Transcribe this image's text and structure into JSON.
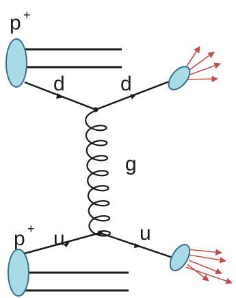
{
  "labels": {
    "top_proton": "p",
    "bottom_proton": "p",
    "proton_charge": "+",
    "quark_d_in": "d",
    "quark_d_out": "d",
    "gluon": "g",
    "quark_u_in": "u",
    "quark_u_out": "u"
  },
  "colors": {
    "hadron_fill": "#a9dbe6",
    "hadron_stroke": "#3a6f88",
    "line": "#1a1a1a",
    "jet_arrow": "#c0504d"
  },
  "icons": {
    "proton_blob": "ellipse",
    "jet": "arrow-spray",
    "gluon_line": "curly-spring"
  }
}
